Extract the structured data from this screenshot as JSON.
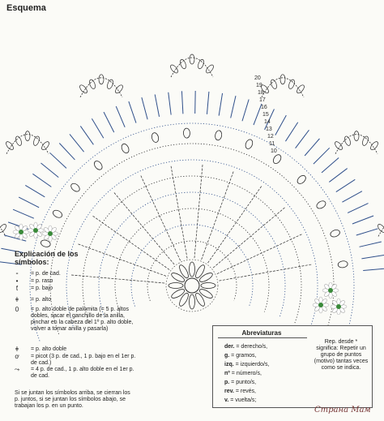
{
  "header": {
    "title": "Esquema"
  },
  "row_numbers": [
    "20",
    "19",
    "18",
    "17",
    "16",
    "15",
    "14",
    "13",
    "12",
    "11",
    "10"
  ],
  "legend": {
    "heading": "Explicación de los símbolos:",
    "items": [
      {
        "symbol": "⁃",
        "text": "= p. de cad."
      },
      {
        "symbol": "•",
        "text": "= p. raso"
      },
      {
        "symbol": "ƭ",
        "text": "= p. bajo"
      },
      {
        "symbol": "ǂ",
        "text": "= p. alto"
      },
      {
        "symbol": "0",
        "text": "= p. alto doble de palomita (= 5 p. altos dobles, sacar el ganchillo de la anilla, pinchar en la cabeza del 1º p. alto doble, volver a tomar anilla y pasarla)"
      },
      {
        "symbol": "ǂ",
        "text": "= p. alto doble"
      },
      {
        "symbol": "ơ",
        "text": "= picot (3 p. de cad., 1 p. bajo en el 1er p. de cad.)"
      },
      {
        "symbol": "⤳",
        "text": "= 4 p. de cad., 1 p. alto doble en el 1er p. de cad."
      }
    ],
    "footnote": "Si se juntan los símbolos arriba, se cierran los p. juntos, si se juntan los símbolos abajo, se trabajan los p. en un punto."
  },
  "abbreviations": {
    "title": "Abreviaturas",
    "items": [
      {
        "key": "der.",
        "value": "= derecho/s,"
      },
      {
        "key": "g.",
        "value": "= gramos,"
      },
      {
        "key": "izq.",
        "value": "= izquierdo/s,"
      },
      {
        "key": "nº",
        "value": "= número/s,"
      },
      {
        "key": "p.",
        "value": "= punto/s,"
      },
      {
        "key": "rev.",
        "value": "= revés,"
      },
      {
        "key": "v.",
        "value": "= vuelta/s;"
      }
    ],
    "note": "Rep. desde * significa: Repetir un grupo de puntos (motivo) tantas veces como se indica."
  },
  "watermark": {
    "text": "Страна Мам"
  },
  "colors": {
    "ink": "#2a2a2a",
    "accent": "#2f4f8a",
    "flower_green": "#3a8a3a",
    "flower_petal": "#ffffff",
    "watermark": "#7a3a3a"
  }
}
